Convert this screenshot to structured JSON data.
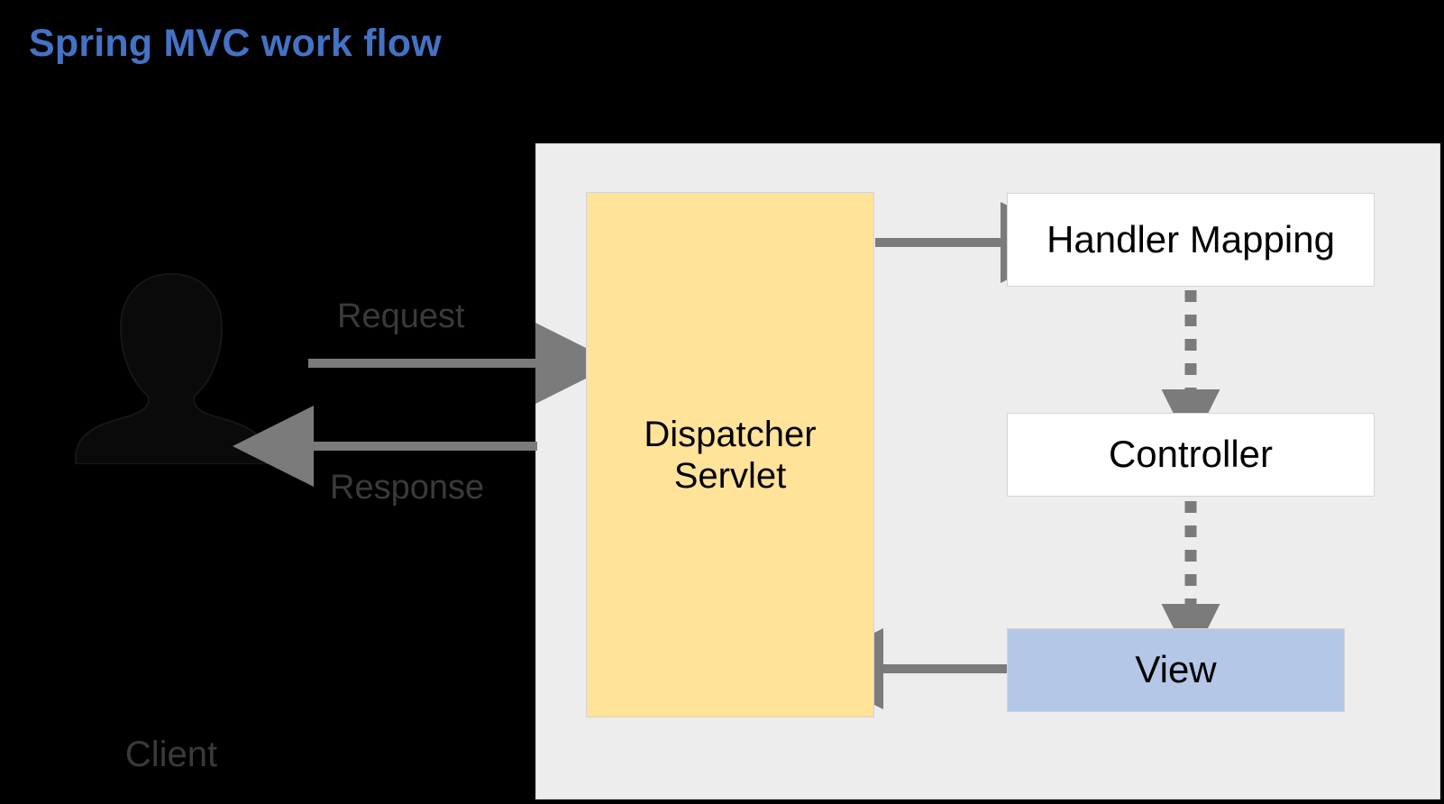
{
  "title": "Spring MVC work flow",
  "colors": {
    "background": "#000000",
    "title_blue": "#4472C4",
    "panel_gray": "#EDEDED",
    "panel_border": "#D4D4D4",
    "arrow_gray": "#7B7B7B",
    "dispatcher_yellow": "#FFE399",
    "node_white": "#FFFFFF",
    "view_blue": "#B4C7E7",
    "label_text": "#3A3A3A"
  },
  "actor": {
    "icon": "person-icon",
    "label": "Client"
  },
  "flows": {
    "request_label": "Request",
    "response_label": "Response"
  },
  "nodes": [
    {
      "id": "dispatcher-servlet",
      "label": "Dispatcher\nServlet",
      "line1": "Dispatcher",
      "line2": "Servlet"
    },
    {
      "id": "handler-mapping",
      "label": "Handler Mapping"
    },
    {
      "id": "controller",
      "label": "Controller"
    },
    {
      "id": "view",
      "label": "View"
    }
  ],
  "connections": [
    {
      "from": "client",
      "to": "dispatcher-servlet",
      "label": "Request",
      "style": "solid",
      "direction": "right"
    },
    {
      "from": "dispatcher-servlet",
      "to": "client",
      "label": "Response",
      "style": "solid",
      "direction": "left"
    },
    {
      "from": "dispatcher-servlet",
      "to": "handler-mapping",
      "label": "",
      "style": "solid",
      "direction": "right"
    },
    {
      "from": "handler-mapping",
      "to": "controller",
      "label": "",
      "style": "dotted",
      "direction": "down"
    },
    {
      "from": "controller",
      "to": "view",
      "label": "",
      "style": "dotted",
      "direction": "down"
    },
    {
      "from": "view",
      "to": "dispatcher-servlet",
      "label": "",
      "style": "solid",
      "direction": "left"
    }
  ]
}
